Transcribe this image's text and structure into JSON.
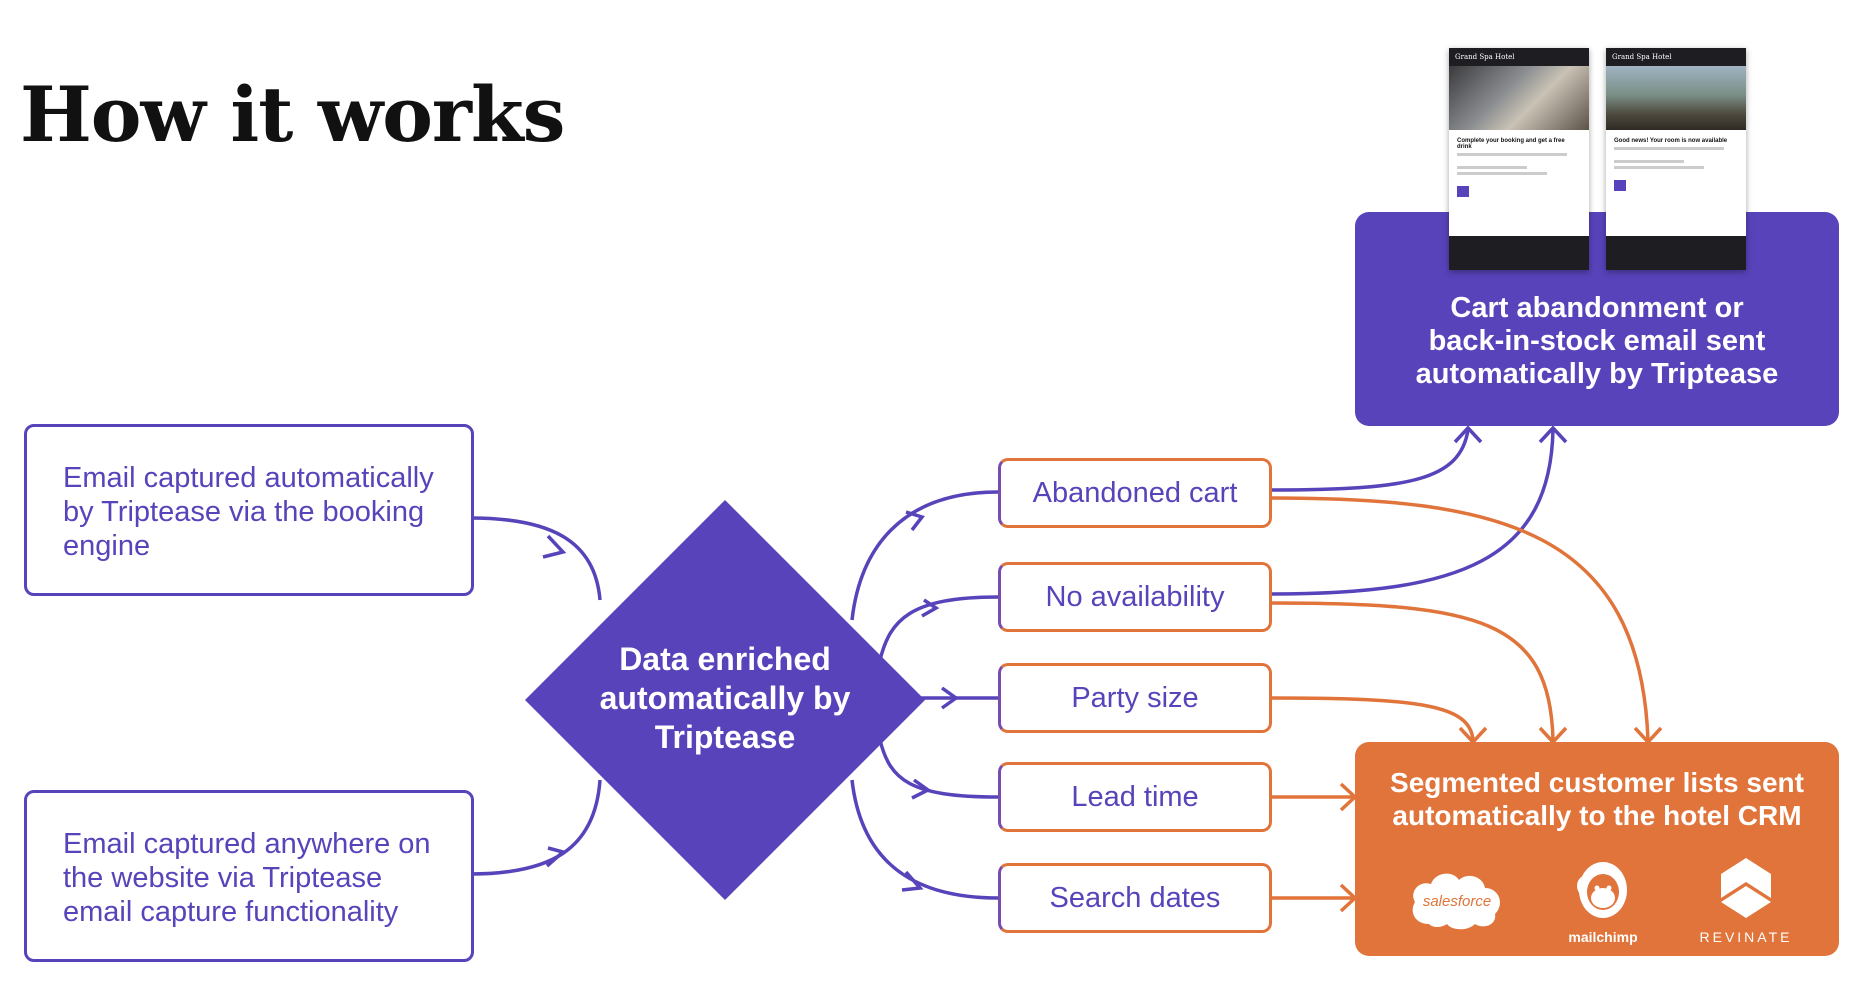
{
  "title": "How it works",
  "sources": [
    "Email captured automatically by Triptease via the booking engine",
    "Email captured anywhere on the website via Triptease email capture functionality"
  ],
  "hub": "Data enriched automatically by Triptease",
  "attributes": [
    "Abandoned cart",
    "No availability",
    "Party size",
    "Lead time",
    "Search dates"
  ],
  "email_outcome": "Cart abandonment or back-in-stock email sent automatically by Triptease",
  "crm_outcome": "Segmented customer lists sent automatically to the hotel CRM",
  "email_previews": [
    {
      "hotel": "Grand Spa Hotel",
      "headline": "Complete your booking and get a free drink"
    },
    {
      "hotel": "Grand Spa Hotel",
      "headline": "Good news! Your room is now available"
    }
  ],
  "crm_logos": [
    "salesforce",
    "mailchimp",
    "REVINATE"
  ],
  "colors": {
    "purple": "#5843ba",
    "orange": "#e0743a",
    "dark": "#1e1e22"
  }
}
